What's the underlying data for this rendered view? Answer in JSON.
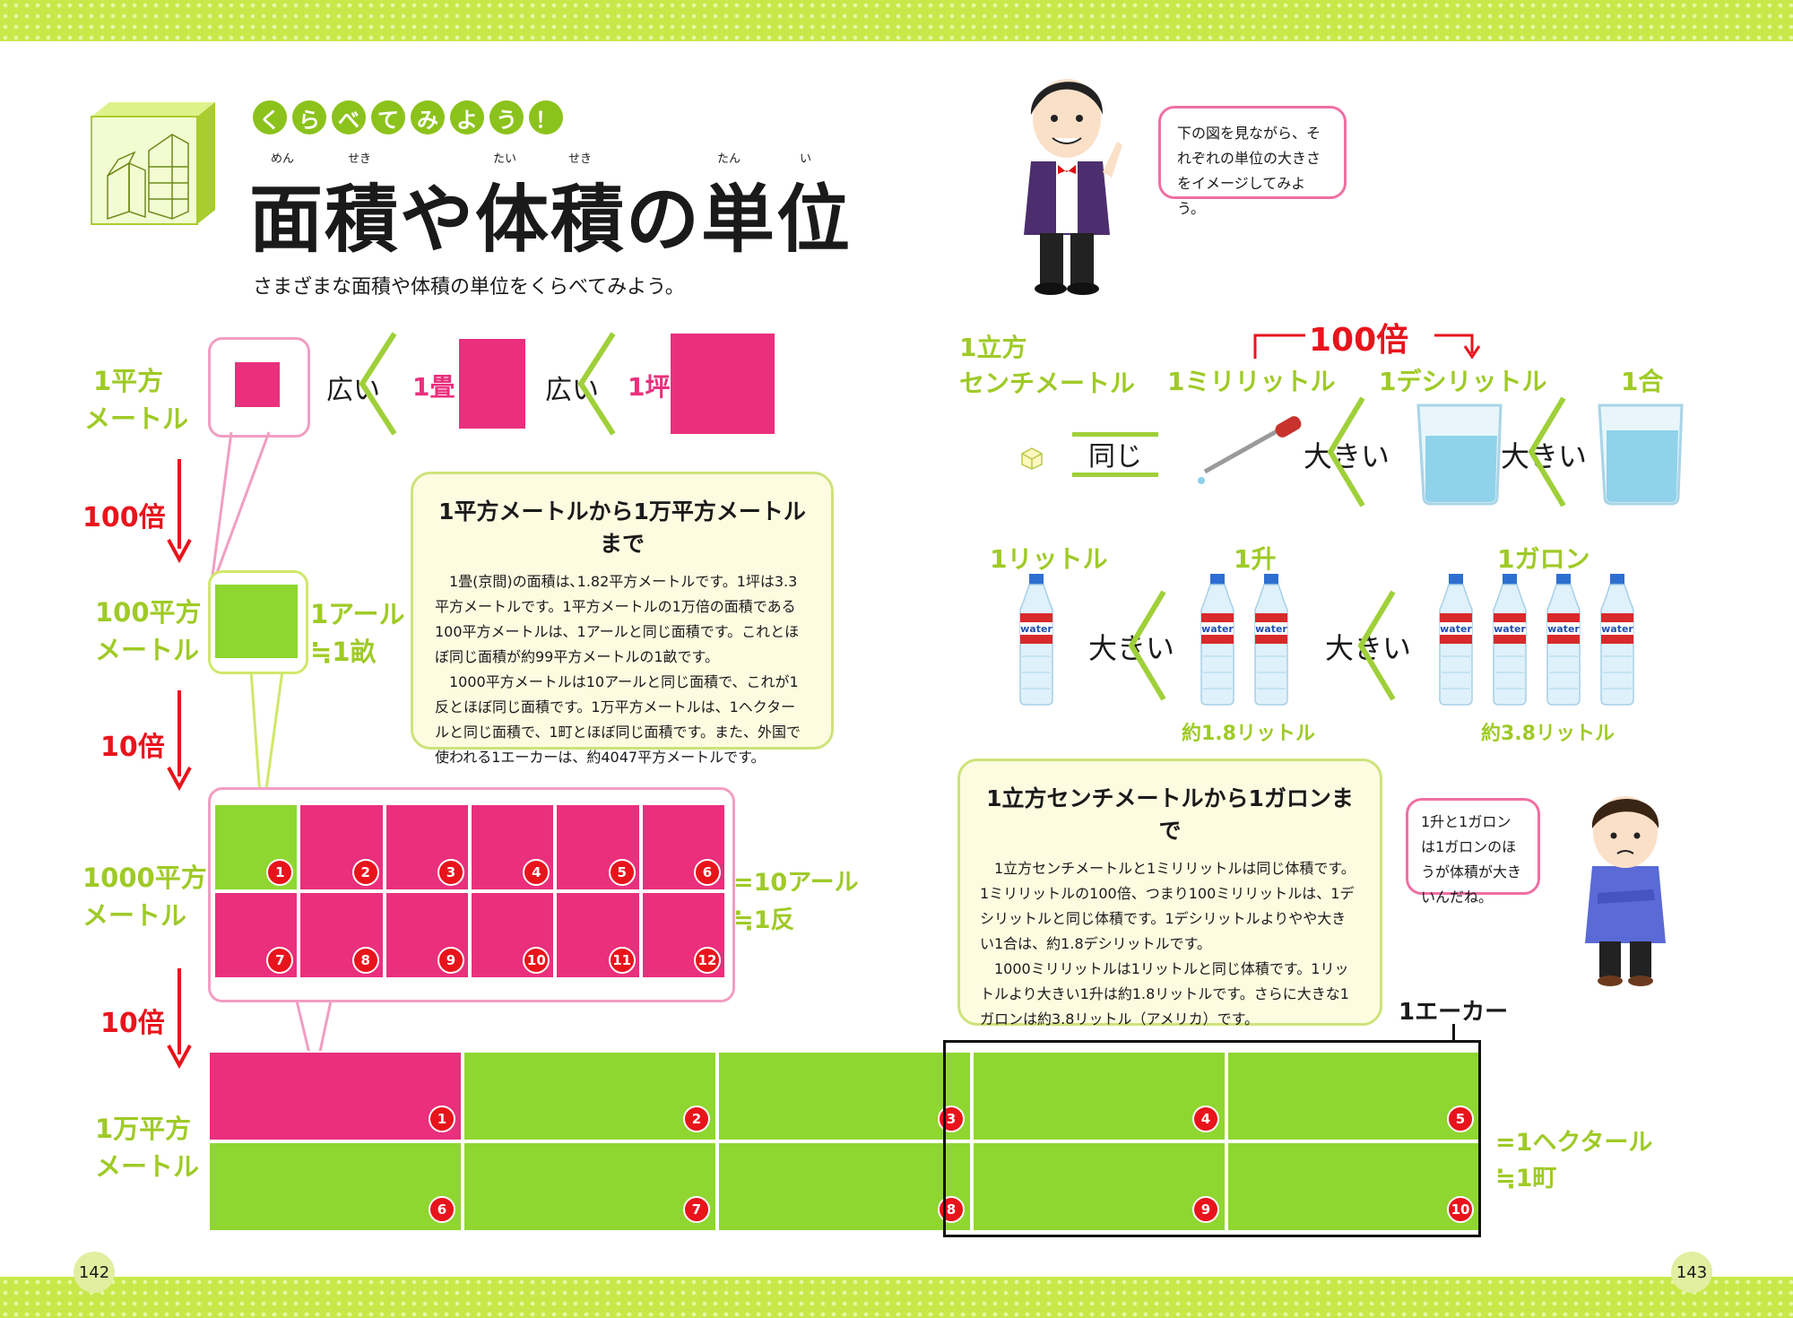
{
  "header": {
    "badge": [
      "く",
      "ら",
      "べ",
      "て",
      "み",
      "よ",
      "う",
      "！"
    ],
    "title": "面積や体積の単位",
    "title_ruby": [
      "めん",
      "せき",
      "たい",
      "せき",
      "たん",
      "い"
    ],
    "intro": "さまざまな面積や体積の単位をくらべてみよう。"
  },
  "teacher_bubble": "下の図を見ながら、それぞれの単位の大きさをイメージしてみよう。",
  "boy_bubble": "1升と1ガロンは1ガロンのほうが体積が大きいんだね。",
  "area": {
    "row1": {
      "label_line1": "1平方",
      "label_line2": "メートル",
      "cmp1": "広い",
      "unit2": "1畳",
      "cmp2": "広い",
      "unit3": "1坪"
    },
    "step1": "100倍",
    "row2": {
      "label_line1": "100平方",
      "label_line2": "メートル",
      "eq1": "1アール",
      "eq2": "≒1畝"
    },
    "step2": "10倍",
    "row3": {
      "label_line1": "1000平方",
      "label_line2": "メートル",
      "eq1": "=10アール",
      "eq2": "≒1反",
      "cells": [
        "1",
        "2",
        "3",
        "4",
        "5",
        "6",
        "7",
        "8",
        "9",
        "10",
        "11",
        "12"
      ]
    },
    "step3": "10倍",
    "row4": {
      "label_line1": "1万平方",
      "label_line2": "メートル",
      "eq1": "=1ヘクタール",
      "eq2": "≒1町",
      "acre": "1エーカー",
      "cells": [
        "1",
        "2",
        "3",
        "4",
        "5",
        "6",
        "7",
        "8",
        "9",
        "10"
      ]
    }
  },
  "area_note": {
    "title": "1平方メートルから1万平方メートルまで",
    "para1": "1畳(京間)の面積は､1.82平方メートルです。1坪は3.3平方メートルです。1平方メートルの1万倍の面積である100平方メートルは、1アールと同じ面積です。これとほぼ同じ面積が約99平方メートルの1畝です。",
    "para2": "1000平方メートルは10アールと同じ面積で、これが1反とほぼ同じ面積です。1万平方メートルは、1ヘクタールと同じ面積で、1町とほぼ同じ面積です。また、外国で使われる1エーカーは、約4047平方メートルです。"
  },
  "volume": {
    "unit_cc_line1": "1立方",
    "unit_cc_line2": "センチメートル",
    "times": "100倍",
    "unit_ml": "1ミリリットル",
    "unit_dl": "1デシリットル",
    "unit_go": "1合",
    "same": "同じ",
    "bigger1": "大きい",
    "bigger2": "大きい",
    "unit_l": "1リットル",
    "unit_sho": "1升",
    "unit_gal": "1ガロン",
    "bigger3": "大きい",
    "bigger4": "大きい",
    "sho_value": "約1.8リットル",
    "gal_value": "約3.8リットル",
    "bottle_label": "water"
  },
  "volume_note": {
    "title": "1立方センチメートルから1ガロンまで",
    "para1": "1立方センチメートルと1ミリリットルは同じ体積です。1ミリリットルの100倍、つまり100ミリリットルは、1デシリットルと同じ体積です。1デシリットルよりやや大きい1合は、約1.8デシリットルです。",
    "para2": "1000ミリリットルは1リットルと同じ体積です。1リットルより大きい1升は約1.8リットルです。さらに大きな1ガロンは約3.8リットル（アメリカ）です。"
  },
  "pages": {
    "left": "142",
    "right": "143"
  },
  "colors": {
    "pink": "#ea2f7c",
    "green": "#8fd631",
    "label_green": "#9fca27",
    "red": "#e8141c"
  }
}
